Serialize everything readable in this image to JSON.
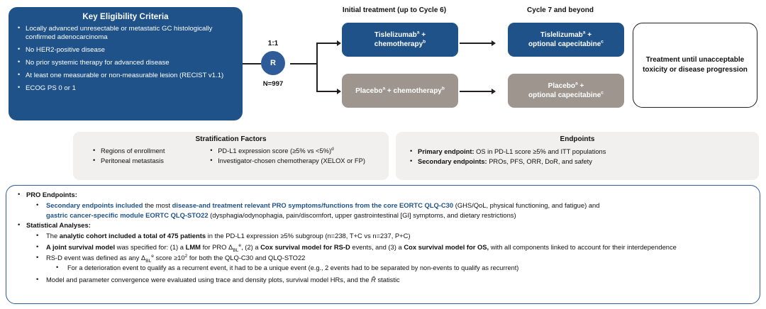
{
  "eligibility": {
    "title": "Key Eligibility Criteria",
    "items": [
      "Locally advanced unresectable or metastatic GC histologically confirmed adenocarcinoma",
      "No HER2-positive disease",
      "No prior systemic therapy for advanced disease",
      "At least one measurable or non-measurable lesion (RECIST v1.1)",
      "ECOG PS 0 or 1"
    ]
  },
  "randomization": {
    "ratio": "1:1",
    "node_label": "R",
    "n_value": "N=997"
  },
  "columns": {
    "initial": "Initial treatment (up to Cycle 6)",
    "later": "Cycle 7 and beyond"
  },
  "arms": {
    "initial_active_line1": "Tislelizumab",
    "initial_active_sup1": "a",
    "initial_active_mid": " +",
    "initial_active_line2": "chemotherapy",
    "initial_active_sup2": "b",
    "initial_control_pre": "Placebo",
    "initial_control_sup1": "a",
    "initial_control_mid": " + chemotherapy",
    "initial_control_sup2": "b",
    "later_active_line1": "Tislelizumab",
    "later_active_sup1": "a",
    "later_active_mid": " +",
    "later_active_line2": "optional capecitabine",
    "later_active_sup2": "c",
    "later_control_line1": "Placebo",
    "later_control_sup1": "a",
    "later_control_mid": " +",
    "later_control_line2": "optional capecitabine",
    "later_control_sup2": "c"
  },
  "until_box": {
    "line1": "Treatment until unacceptable",
    "line2": "toxicity or disease progression"
  },
  "stratification": {
    "title": "Stratification Factors",
    "left": [
      "Regions of enrollment",
      "Peritoneal metastasis"
    ],
    "right_1_text": "PD-L1 expression score (≥5% vs <5%)",
    "right_1_sup": "d",
    "right_2_text": "Investigator-chosen chemotherapy (XELOX or FP)"
  },
  "endpoints": {
    "title": "Endpoints",
    "primary_label": "Primary endpoint:",
    "primary_text": " OS in PD-L1 score ≥5% and ITT populations",
    "secondary_label": "Secondary endpoints:",
    "secondary_text": " PROs, PFS, ORR, DoR, and safety"
  },
  "bottom": {
    "pro_heading": "PRO Endpoints:",
    "pro_l1_b1": "Secondary endpoints included",
    "pro_l1_t1": " the most ",
    "pro_l1_b2": "disease-and treatment relevant PRO symptoms/functions from the core EORTC QLQ-C30",
    "pro_l1_t2": " (GHS/QoL, physical functioning, and fatigue) and",
    "pro_l2_b1": "gastric cancer-specific module EORTC QLQ-STO22",
    "pro_l2_t1": " (dysphagia/odynophagia, pain/discomfort, upper gastrointestinal [GI] symptoms, and dietary restrictions)",
    "stats_heading": "Statistical Analyses:",
    "stat1_t1": "The ",
    "stat1_b1": "analytic cohort included a total of 475 patients",
    "stat1_t2": " in the PD-L1 expression ≥5% subgroup (n=238, T+C vs n=237, P+C)",
    "stat2_b1": "A joint survival model",
    "stat2_t1": " was specified for: (1) a ",
    "stat2_b2": "LMM",
    "stat2_t2": " for PRO Δ",
    "stat2_sub": "BL",
    "stat2_sup": "e",
    "stat2_t3": ", (2) a ",
    "stat2_b3": "Cox survival model for RS-D",
    "stat2_t4": " events, and (3) a ",
    "stat2_b4": "Cox survival model for OS,",
    "stat2_t5": " with all components linked to account for their interdependence",
    "stat3_t1": "RS-D event was defined as any Δ",
    "stat3_sub": "BL",
    "stat3_sup": "e",
    "stat3_t2": " score ≥10",
    "stat3_sup2": "2",
    "stat3_t3": " for both the QLQ-C30 and QLQ-STO22",
    "stat3_sub_bullet": "For a deterioration event to qualify as a recurrent event, it had to be a unique event (e.g., 2 events had to be separated by non-events to qualify as recurrent)",
    "stat4_t1": "Model and parameter convergence were evaluated using trace and density plots, survival model HRs, and the ",
    "stat4_rhat": "R̂",
    "stat4_t2": " statistic"
  },
  "colors": {
    "brand_blue": "#1F5289",
    "node_blue": "#2E5C98",
    "taupe": "#9D958E",
    "panel_gray": "#F2F0EE"
  }
}
